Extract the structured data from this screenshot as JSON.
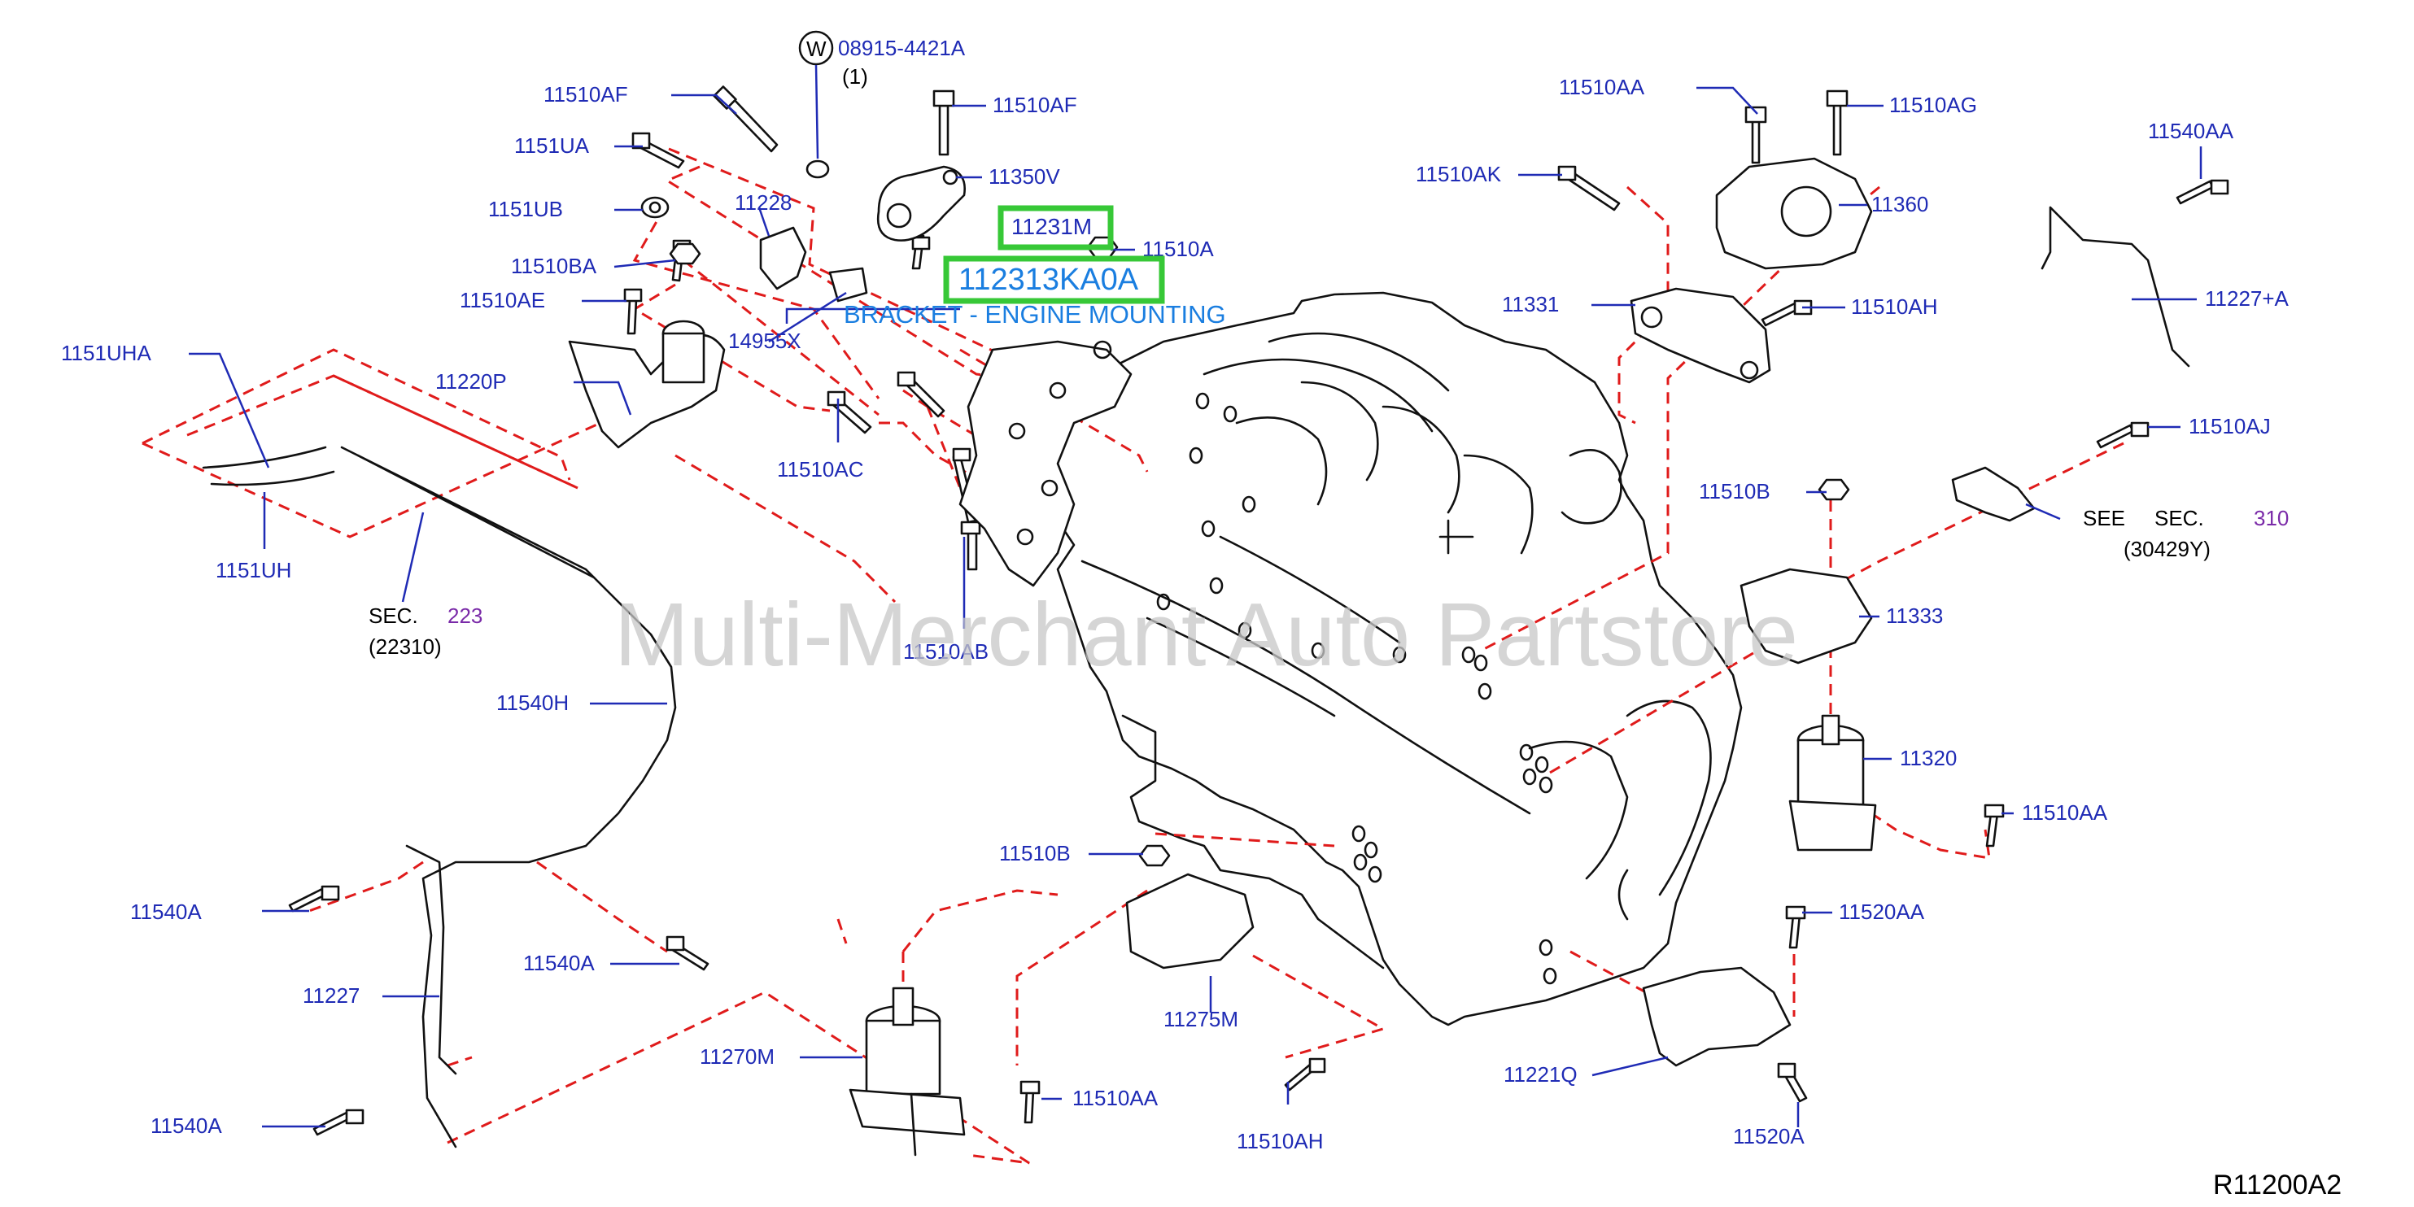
{
  "diagram": {
    "reference": "R11200A2",
    "watermark": "Multi-Merchant Auto Partstore",
    "tooltip": "BRACKET - ENGINE MOUNTING",
    "highlight": {
      "small": "11231M",
      "large": "112313KA0A"
    },
    "washer_callout": {
      "symbol": "W",
      "part": "08915-4421A",
      "qty": "(1)"
    },
    "labels": {
      "p11510AF_a": "11510AF",
      "p11510AF_b": "11510AF",
      "p1151UA": "1151UA",
      "p11350V": "11350V",
      "p1151UB": "1151UB",
      "p11228": "11228",
      "p11510A": "11510A",
      "p11510BA": "11510BA",
      "p11510AE": "11510AE",
      "p14955X": "14955X",
      "p1151UHA": "1151UHA",
      "p11220P": "11220P",
      "p11510AC": "11510AC",
      "p1151UH": "1151UH",
      "p11510AB": "11510AB",
      "p11540H": "11540H",
      "p11540A_a": "11540A",
      "p11540A_b": "11540A",
      "p11540A_c": "11540A",
      "p11227": "11227",
      "p11510B_a": "11510B",
      "p11270M": "11270M",
      "p11510AA_a": "11510AA",
      "p11275M": "11275M",
      "p11510AH_a": "11510AH",
      "p11510AA_b": "11510AA",
      "p11510AG": "11510AG",
      "p11540AA": "11540AA",
      "p11510AK": "11510AK",
      "p11360": "11360",
      "p11331": "11331",
      "p11510AH_b": "11510AH",
      "p11227A": "11227+A",
      "p11510AJ": "11510AJ",
      "p11510B_b": "11510B",
      "p11333": "11333",
      "p11320": "11320",
      "p11510AA_c": "11510AA",
      "p11520AA": "11520AA",
      "p11221Q": "11221Q",
      "p11520A": "11520A"
    },
    "sec_left": {
      "word": "SEC.",
      "num": "223",
      "sub": "(22310)"
    },
    "sec_right": {
      "see": "SEE",
      "word": "SEC.",
      "num": "310",
      "sub": "(30429Y)"
    },
    "colors": {
      "label": "#1f2bb5",
      "dashed": "#e01b1b",
      "highlight": "#37c837",
      "tooltip": "#1a7ee0"
    }
  }
}
